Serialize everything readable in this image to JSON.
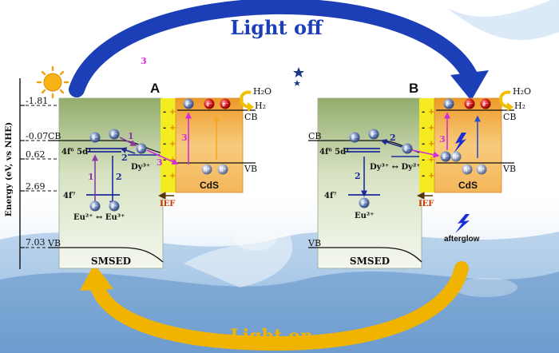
{
  "arrows": {
    "top_label": "Light off",
    "bottom_label": "Light on",
    "top_color": "#1c3fb8",
    "bottom_color": "#f0b400"
  },
  "axis": {
    "label": "Energy (eV, vs NHE)",
    "ticks": [
      "-1.81",
      "-0.07",
      "0.62",
      "2.69",
      "7.03"
    ]
  },
  "floating_number": "3",
  "panel_a": {
    "letter": "A",
    "host": "SMSED",
    "cb": "CB",
    "vb": "VB",
    "level_upper": "4f⁶ 5d¹",
    "level_lower": "4f⁷",
    "eu_pair": "Eu²⁺ ↔ Eu³⁺",
    "dy": "Dy³⁺",
    "step1": "1",
    "step2": "2",
    "step3": "3",
    "cds": "CdS",
    "cds_cb": "CB",
    "cds_vb": "VB",
    "h2o": "H₂O",
    "h2": "H₂",
    "ief": "IEF",
    "electron": "e⁻",
    "hole": "h⁺"
  },
  "panel_b": {
    "letter": "B",
    "host": "SMSED",
    "cb": "CB",
    "vb": "VB",
    "level_upper": "4f⁶ 5d¹",
    "level_lower": "4f⁷",
    "eu": "Eu²⁺",
    "dy_pair": "Dy³⁺ ↔ Dy²⁺",
    "step2": "2",
    "step3": "3",
    "cds": "CdS",
    "cds_cb": "CB",
    "cds_vb": "VB",
    "h2o": "H₂O",
    "h2": "H₂",
    "ief": "IEF",
    "afterglow": "afterglow",
    "electron": "e⁻",
    "hole": "h⁺"
  },
  "colors": {
    "host_top": "#93ad6c",
    "host_bottom": "#f3f6ee",
    "cds_top": "#f0a030",
    "cds_bottom": "#f9d9a0",
    "ief_strip": "#f4ec20",
    "electron": "#5570a8",
    "electron_red": "#d82020",
    "magenta": "#d42adf",
    "navy": "#1d2a9a"
  }
}
